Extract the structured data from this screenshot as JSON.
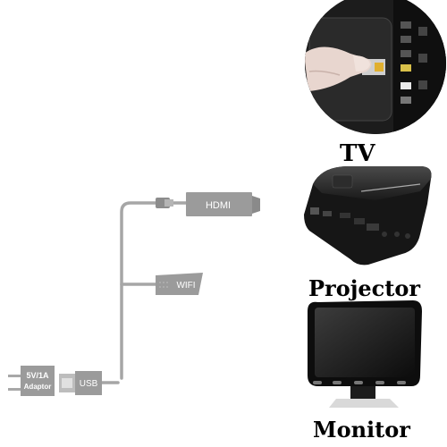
{
  "connectors": {
    "hdmi": "HDMI",
    "wifi": "WIFI",
    "usb": "USB",
    "adaptor_line1": "5V/1A",
    "adaptor_line2": "Adaptor"
  },
  "devices": {
    "tv": "TV",
    "projector": "Projector",
    "monitor": "Monitor"
  },
  "colors": {
    "cable": "#a6a6a6",
    "plug": "#9b9b9b",
    "device_body": "#1b1b1b",
    "label": "#000000"
  }
}
